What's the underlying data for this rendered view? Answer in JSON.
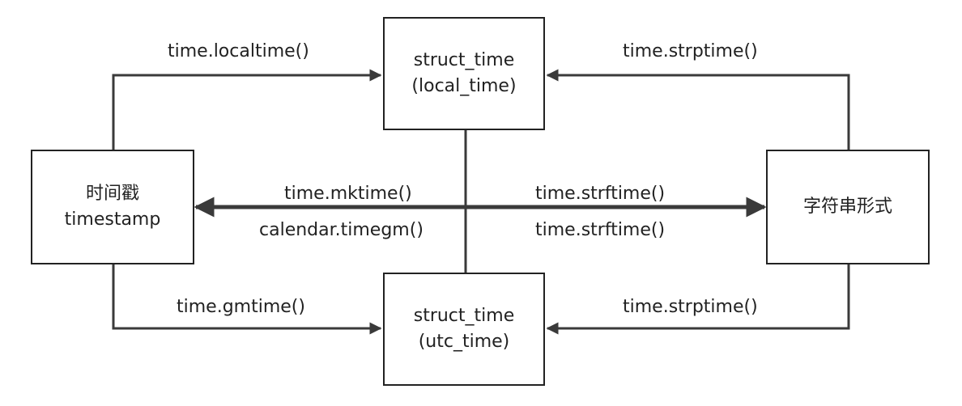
{
  "nodes": {
    "local": {
      "line1": "struct_time",
      "line2": "(local_time)"
    },
    "utc": {
      "line1": "struct_time",
      "line2": "(utc_time)"
    },
    "timestamp": {
      "line1": "时间戳",
      "line2": "timestamp"
    },
    "string": {
      "line1": "字符串形式"
    }
  },
  "edges": {
    "localtime": "time.localtime()",
    "strptime_top": "time.strptime()",
    "mktime": "time.mktime()",
    "strftime_top": "time.strftime()",
    "timegm": "calendar.timegm()",
    "strftime_bottom": "time.strftime()",
    "gmtime": "time.gmtime()",
    "strptime_bottom": "time.strptime()"
  },
  "colors": {
    "stroke": "#3a3a3a",
    "text": "#222222"
  }
}
